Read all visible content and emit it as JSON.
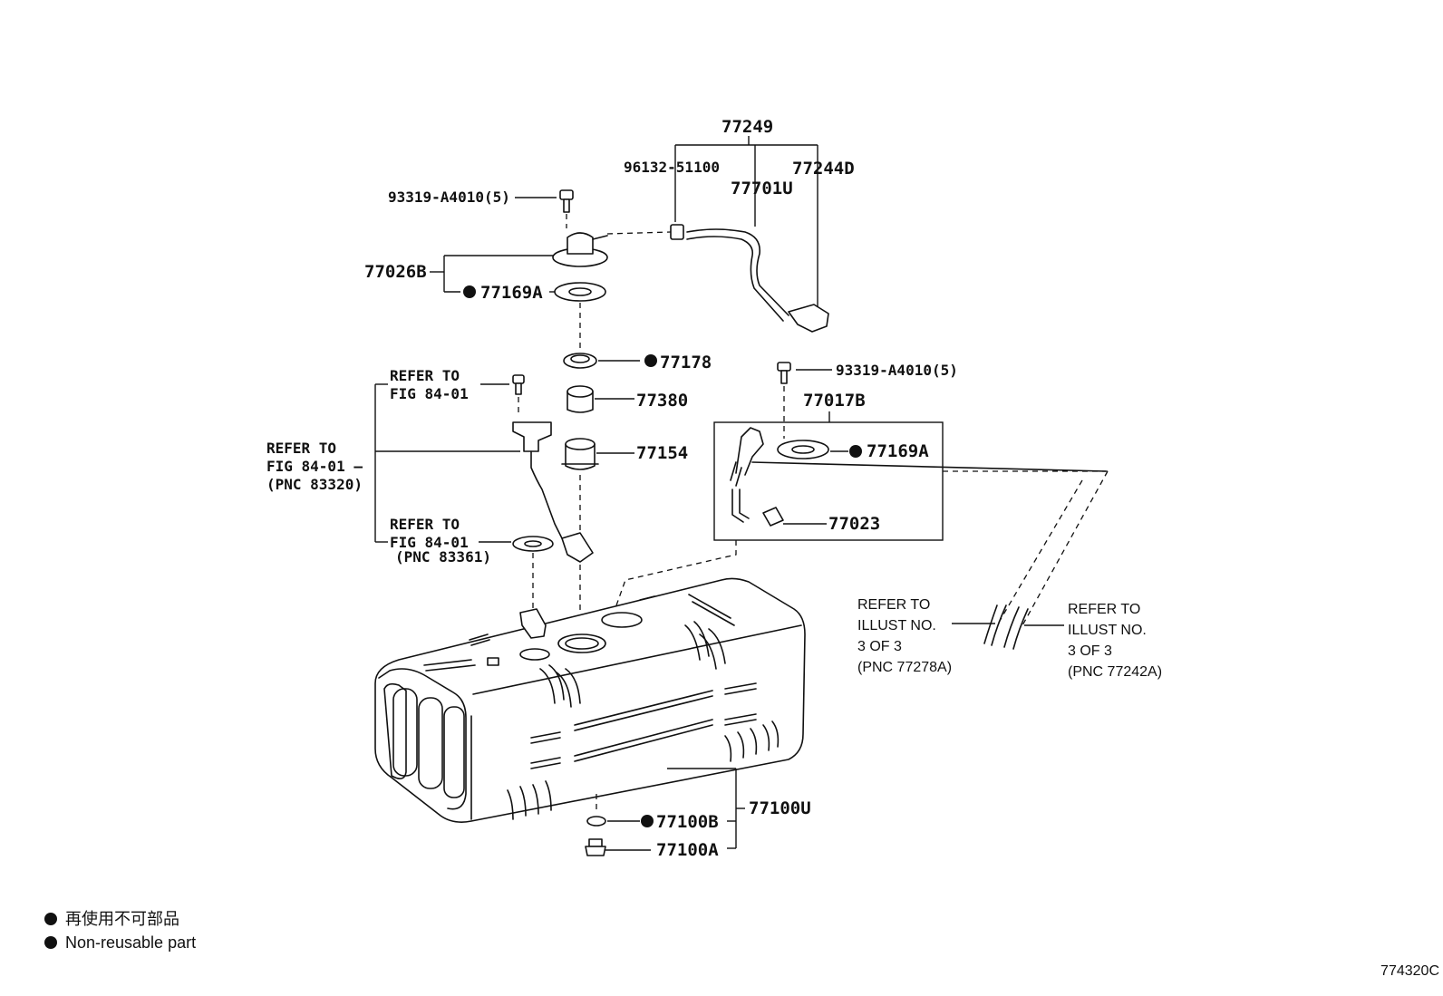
{
  "diagram": {
    "labels": {
      "p77249": "77249",
      "p96132": "96132-51100",
      "p77244D": "77244D",
      "p77701U": "77701U",
      "bolt_top": "93319-A4010(5)",
      "p77026B": "77026B",
      "p77169A_top": "77169A",
      "p77178": "77178",
      "p77380": "77380",
      "p77154": "77154",
      "bolt_right": "93319-A4010(5)",
      "p77017B": "77017B",
      "p77169A_right": "77169A",
      "p77023": "77023",
      "p77100U": "77100U",
      "p77100B": "77100B",
      "p77100A": "77100A"
    },
    "refs": {
      "ref1_l1": "REFER TO",
      "ref1_l2": "FIG 84-01",
      "ref2_l1": "REFER TO",
      "ref2_l2": "FIG 84-01 —",
      "ref2_l3": "(PNC 83320)",
      "ref3_l1": "REFER TO",
      "ref3_l2": "FIG 84-01",
      "ref3_l3": "(PNC 83361)",
      "illustA_l1": "REFER TO",
      "illustA_l2": "ILLUST NO.",
      "illustA_l3": "3 OF 3",
      "illustA_l4": "(PNC 77278A)",
      "illustB_l1": "REFER TO",
      "illustB_l2": "ILLUST NO.",
      "illustB_l3": "3 OF 3",
      "illustB_l4": "(PNC 77242A)"
    }
  },
  "legend": {
    "jp": "再使用不可部品",
    "en": "Non-reusable part"
  },
  "figure_code": "774320C"
}
